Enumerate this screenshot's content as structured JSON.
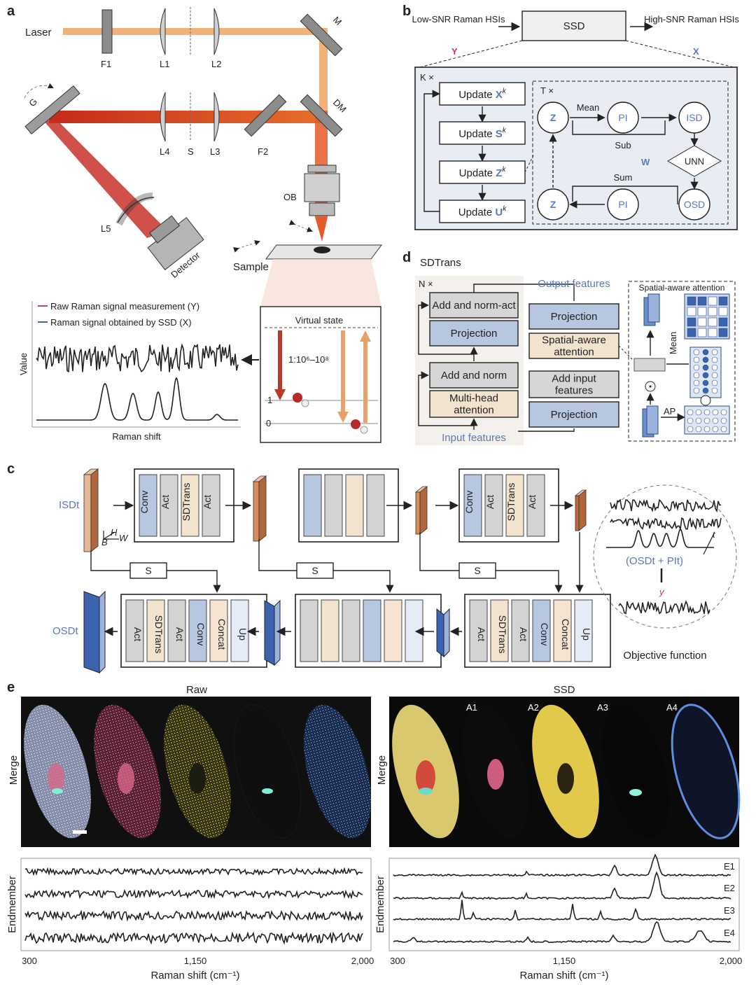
{
  "panels": {
    "a": "a",
    "b": "b",
    "c": "c",
    "d": "d",
    "e": "e"
  },
  "panel_a": {
    "laser": "Laser",
    "F1": "F1",
    "L1": "L1",
    "L2": "L2",
    "M": "M",
    "DM": "DM",
    "G": "G",
    "L4": "L4",
    "S": "S",
    "L3": "L3",
    "F2": "F2",
    "OB": "OB",
    "L5": "L5",
    "detector": "Detector",
    "sample": "Sample",
    "legend_raw": "Raw Raman signal measurement (Y)",
    "legend_ssd": "Raman signal obtained by SSD (X)",
    "ylabel": "Value",
    "xlabel": "Raman shift",
    "virtual_state": "Virtual state",
    "ratio": "1:10⁶–10⁸",
    "level1": "1",
    "level0": "0"
  },
  "panel_b": {
    "input": "Low-SNR Raman HSIs",
    "input_sym": "Y",
    "ssd": "SSD",
    "output": "High-SNR Raman HSIs",
    "output_sym": "X",
    "k_loop": "K ×",
    "t_loop": "T ×",
    "updates": [
      "Update X",
      "Update S",
      "Update Z",
      "Update U"
    ],
    "update_sup": "k",
    "mean": "Mean",
    "sub": "Sub",
    "sum": "Sum",
    "unn": "UNN",
    "w": "W",
    "nodes": [
      "Z",
      "PI",
      "ISD",
      "Z",
      "PI",
      "OSD"
    ]
  },
  "panel_c": {
    "isd": "ISDt",
    "osd": "OSDt",
    "H": "H",
    "W": "W",
    "B": "B",
    "enc1": [
      "Conv",
      "Act",
      "SDTrans",
      "Act"
    ],
    "enc3": [
      "Conv",
      "Act",
      "SDTrans",
      "Act"
    ],
    "dec1": [
      "Act",
      "SDTrans",
      "Act",
      "Conv",
      "Concat",
      "Up"
    ],
    "dec3": [
      "Act",
      "SDTrans",
      "Act",
      "Conv",
      "Concat",
      "Up"
    ],
    "skip": "S",
    "obj_sum": "(OSDt + PIt)",
    "obj_y": "y",
    "t": "t",
    "objective": "Objective function"
  },
  "panel_d": {
    "title": "SDTrans",
    "n_loop": "N ×",
    "left_blocks": [
      "Add and norm-act",
      "Projection",
      "Add and norm",
      "Multi-head attention"
    ],
    "right_blocks": [
      "Projection",
      "Spatial-aware attention",
      "Add input features",
      "Projection"
    ],
    "output": "Output features",
    "input": "Input features",
    "saa_title": "Spatial-aware attention",
    "mean": "Mean",
    "ap": "AP"
  },
  "panel_e": {
    "raw_title": "Raw",
    "ssd_title": "SSD",
    "merge": "Merge",
    "ssd_labels": [
      "A1",
      "A2",
      "A3",
      "A4"
    ],
    "endmember": "Endmember",
    "e_labels": [
      "E1",
      "E2",
      "E3",
      "E4"
    ],
    "xticks": [
      "300",
      "1,150",
      "2,000"
    ],
    "xlabel": "Raman shift (cm⁻¹)"
  },
  "colors": {
    "pink": "#b8486a",
    "yellow": "#d8c94c",
    "green": "#5fa58a",
    "blue": "#3c64ae",
    "beam": "#e0541f",
    "conv": "#b7c7e0",
    "act": "#d3d3d3",
    "sdtrans": "#f2e3cf"
  }
}
